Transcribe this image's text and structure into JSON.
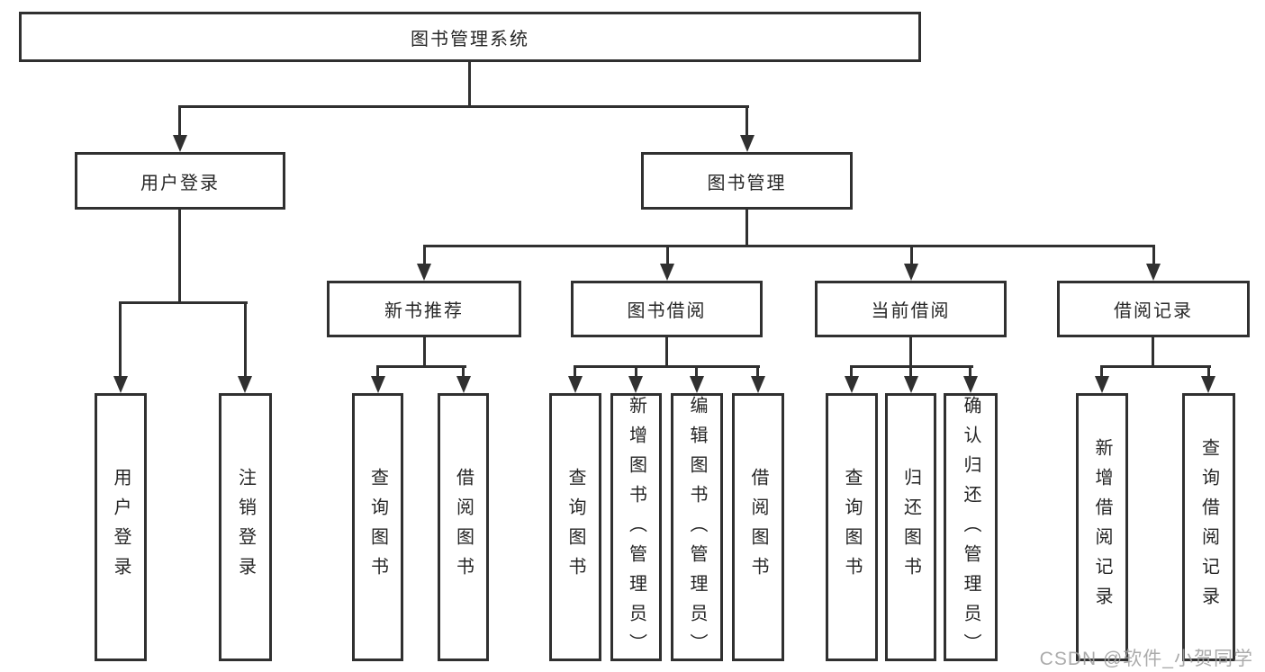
{
  "tree": {
    "root": {
      "label": "图书管理系统",
      "children": [
        {
          "label": "用户登录",
          "children": [
            {
              "label": "用户登录"
            },
            {
              "label": "注销登录"
            }
          ]
        },
        {
          "label": "图书管理",
          "children": [
            {
              "label": "新书推荐",
              "children": [
                {
                  "label": "查询图书"
                },
                {
                  "label": "借阅图书"
                }
              ]
            },
            {
              "label": "图书借阅",
              "children": [
                {
                  "label": "查询图书"
                },
                {
                  "label": "新增图书（管理员）"
                },
                {
                  "label": "编辑图书（管理员）"
                },
                {
                  "label": "借阅图书"
                }
              ]
            },
            {
              "label": "当前借阅",
              "children": [
                {
                  "label": "查询图书"
                },
                {
                  "label": "归还图书"
                },
                {
                  "label": "确认归还（管理员）"
                }
              ]
            },
            {
              "label": "借阅记录",
              "children": [
                {
                  "label": "新增借阅记录"
                },
                {
                  "label": "查询借阅记录"
                }
              ]
            }
          ]
        }
      ]
    }
  },
  "watermark": {
    "text": "CSDN @软件_小贺同学"
  },
  "colors": {
    "line": "#303030",
    "text": "#262626",
    "node_background": "#ffffff",
    "page_background": "#ffffff",
    "watermark_text": "#a0a0a0"
  }
}
